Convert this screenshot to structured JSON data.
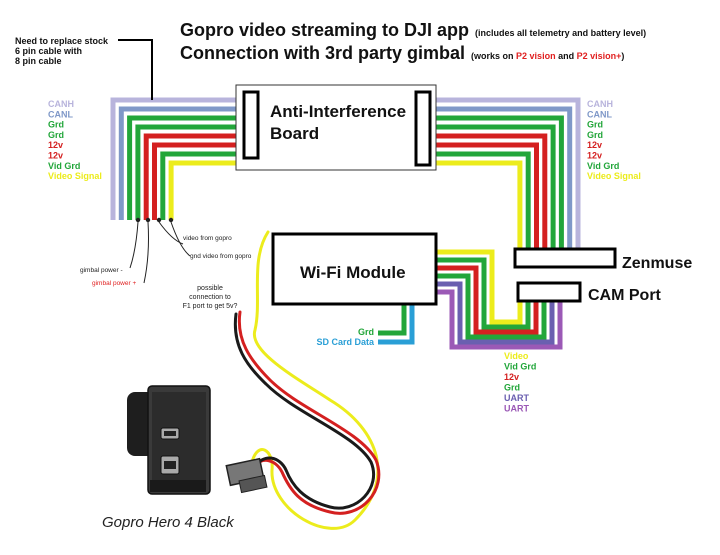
{
  "title": {
    "line1": "Gopro video streaming to DJI app",
    "line1_note": "(includes all telemetry and battery level)",
    "line2": "Connection with 3rd party gimbal",
    "line2_note_a": "(works on ",
    "line2_note_b": "P2 vision",
    "line2_note_c": " and ",
    "line2_note_d": "P2 vision+",
    "line2_note_e": ")"
  },
  "note_stock_cable": [
    "Need to replace stock",
    "6 pin cable with",
    "8 pin cable"
  ],
  "boxes": {
    "anti_interference": [
      "Anti-Interference",
      "Board"
    ],
    "wifi_module": "Wi-Fi Module",
    "zenmuse": "Zenmuse",
    "cam_port": "CAM Port"
  },
  "left_wires": [
    {
      "label": "CANH",
      "color": "#b8b4dc"
    },
    {
      "label": "CANL",
      "color": "#7f98c8"
    },
    {
      "label": "Grd",
      "color": "#22a63a"
    },
    {
      "label": "Grd",
      "color": "#22a63a"
    },
    {
      "label": "12v",
      "color": "#d42020"
    },
    {
      "label": "12v",
      "color": "#d42020"
    },
    {
      "label": "Vid Grd",
      "color": "#22a63a"
    },
    {
      "label": "Video Signal",
      "color": "#ecec1c"
    }
  ],
  "right_wires": [
    {
      "label": "CANH",
      "color": "#b8b4dc"
    },
    {
      "label": "CANL",
      "color": "#7f98c8"
    },
    {
      "label": "Grd",
      "color": "#22a63a"
    },
    {
      "label": "Grd",
      "color": "#22a63a"
    },
    {
      "label": "12v",
      "color": "#d42020"
    },
    {
      "label": "12v",
      "color": "#d42020"
    },
    {
      "label": "Vid Grd",
      "color": "#22a63a"
    },
    {
      "label": "Video Signal",
      "color": "#ecec1c"
    }
  ],
  "cam_wires": [
    {
      "label": "Video",
      "color": "#ecec1c"
    },
    {
      "label": "Vid Grd",
      "color": "#22a63a"
    },
    {
      "label": "12v",
      "color": "#d42020"
    },
    {
      "label": "Grd",
      "color": "#22a63a"
    },
    {
      "label": "UART",
      "color": "#6a5fb0"
    },
    {
      "label": "UART",
      "color": "#9b59b6"
    }
  ],
  "wifi_wires": [
    {
      "label": "Grd",
      "color": "#22a63a"
    },
    {
      "label": "SD Card Data",
      "color": "#2a9fd6"
    }
  ],
  "annotations": {
    "video_from_gopro": "video from gopro",
    "gnd_video_from_gopro": "gnd video from gopro",
    "gimbal_power_minus": "gimbal power -",
    "gimbal_power_plus": "gimbal power +",
    "possible_connection": [
      "possible",
      "connection to",
      "F1 port to get 5v?"
    ]
  },
  "camera_caption": "Gopro Hero 4 Black"
}
